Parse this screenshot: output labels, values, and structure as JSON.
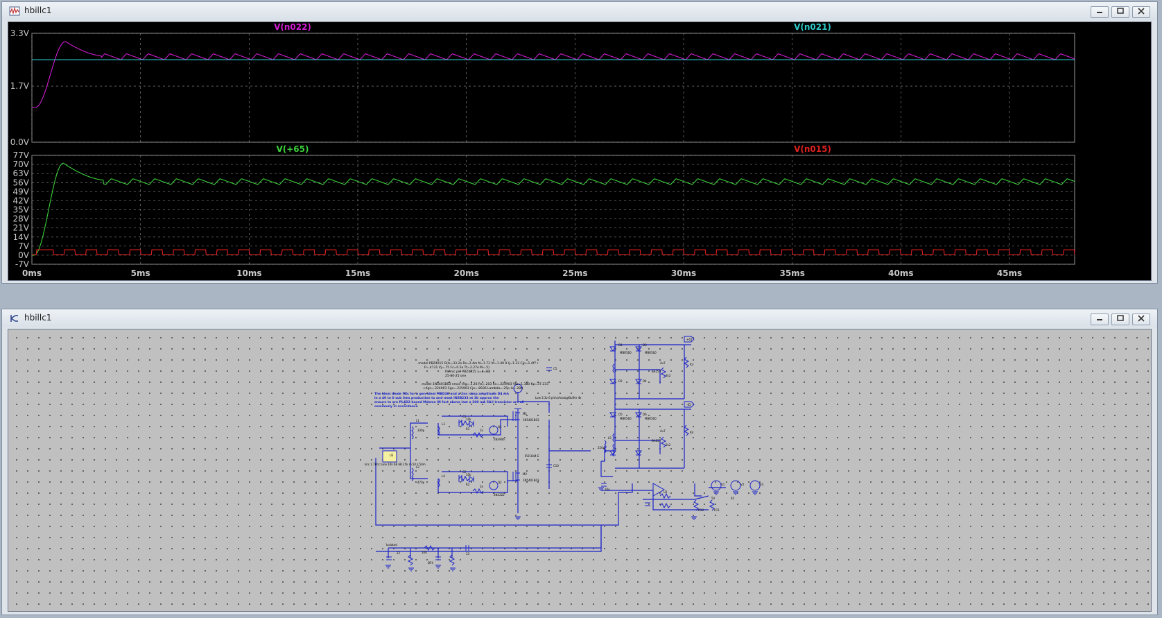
{
  "waveform_window": {
    "title": "hbillc1",
    "icon": "waveform-window-icon",
    "controls": [
      "minimize-icon",
      "maximize-icon",
      "close-icon"
    ]
  },
  "schematic_window": {
    "title": "hbillc1",
    "icon": "schematic-window-icon",
    "controls": [
      "minimize-icon",
      "maximize-icon",
      "close-icon"
    ]
  },
  "chart_data": [
    {
      "type": "line",
      "x_unit": "ms",
      "xlim": [
        0,
        48
      ],
      "xticks": [
        0,
        5,
        10,
        15,
        20,
        25,
        30,
        35,
        40,
        45
      ],
      "xtick_labels": [
        "0ms",
        "5ms",
        "10ms",
        "15ms",
        "20ms",
        "25ms",
        "30ms",
        "35ms",
        "40ms",
        "45ms"
      ],
      "ylim": [
        0,
        3.3
      ],
      "yticks": [
        0,
        1.7,
        3.3
      ],
      "ytick_labels": [
        "0.0V",
        "1.7V",
        "3.3V"
      ],
      "grid": true,
      "series": [
        {
          "name": "V(n022)",
          "color": "#d21cd2",
          "shape": "startup-then-ripple",
          "start": 1.05,
          "start_flat_until": 0.15,
          "rise_end": 1.55,
          "peak": 3.05,
          "settle": 2.62,
          "settle_time": 3.2,
          "base": 2.58,
          "ripple": 0.2,
          "period": 1.0,
          "phase": 0.1
        },
        {
          "name": "V(n021)",
          "color": "#2ec8c8",
          "shape": "constant",
          "value": 2.5
        }
      ]
    },
    {
      "type": "line",
      "x_unit": "ms",
      "xlim": [
        0,
        48
      ],
      "xticks": [
        0,
        5,
        10,
        15,
        20,
        25,
        30,
        35,
        40,
        45
      ],
      "xtick_labels": [
        "0ms",
        "5ms",
        "10ms",
        "15ms",
        "20ms",
        "25ms",
        "30ms",
        "35ms",
        "40ms",
        "45ms"
      ],
      "ylim": [
        -7,
        77
      ],
      "yticks": [
        -7,
        0,
        7,
        14,
        21,
        28,
        35,
        42,
        49,
        56,
        63,
        70,
        77
      ],
      "ytick_labels": [
        "-7V",
        "0V",
        "7V",
        "14V",
        "21V",
        "28V",
        "35V",
        "42V",
        "49V",
        "56V",
        "63V",
        "70V",
        "77V"
      ],
      "grid": true,
      "series": [
        {
          "name": "V(+65)",
          "color": "#3cd23c",
          "shape": "startup-then-ripple",
          "start": 0,
          "start_flat_until": 0.1,
          "rise_end": 1.45,
          "peak": 71,
          "settle": 58,
          "settle_time": 3.3,
          "base": 56.5,
          "ripple": 5,
          "period": 1.0,
          "phase": 0.4
        },
        {
          "name": "V(n015)",
          "color": "#e02020",
          "shape": "pulse",
          "high": 4.2,
          "low": 0.4,
          "period": 1.0,
          "duty": 0.55,
          "phase": 0.45
        }
      ]
    }
  ],
  "schematic": {
    "notes": [
      ".model PBZ4015 D(Is=33.2e Rs=2.4m N=1.73 Vt=1.40 9 Ij=1.23 Cjp=1.4f7 r",
      "P=.4731 Vj=.75 Fc=0.5e Tt=2.27e M=.5)",
      "Palmic   pin  PBZ4015   x=o=BB",
      "25-80-25 one",
      ".model 1N5401B03 nmos (Rg=.3.26 Rs=.203 Rs=.224903 Vto=1.380 Kp=37.233",
      "+Kgs=.224903 Cgs=.225903 Cjo=.8936 Lambda=.25p Is=.28f)"
    ],
    "comment_lines": [
      "The ideal diode fills for a gen-ideal MBD36 and a 2ns ramp amplitude D4 mh",
      "in a 40 to 0 sub 3ms production to and most IN5B233 at 3b approx the",
      "ensure to are PL4D2 based Mdemo IN fact above last a 200 mA 5A/I transistor are all",
      "commonly in accordance"
    ],
    "labels": {
      "u3": "U3",
      "u3_desc": "Isrc 1.7khz tune 10k 6B 6B 25k m 50 z 50m",
      "sw_note": "Low 3.3v 6 pin\\nAnalog/Buffer 4k",
      "l1": "L1",
      "l2": "L2",
      "l3": "L3",
      "l4": "L4",
      "l5": "L5",
      "c1": "C1",
      "c2": "C2",
      "c5": "C5",
      "c10": "C10",
      "d1": "D1",
      "d2": "D2",
      "d3": "D3",
      "d4": "D4",
      "d5": "D5",
      "d6": "D6",
      "q1": "Q1",
      "q2": "Q2",
      "q3": "Q3",
      "q4": "Q4",
      "r1": "R1",
      "r2": "R2",
      "r3": "R3",
      "r4": "R4",
      "r10": "R10",
      "r11": "R11",
      "m1": "M1",
      "m2": "M2",
      "v1": "V1",
      "v2": "V2",
      "v3": "V3",
      "u2": "U2",
      "part_2n3906": "2N3906",
      "part_2n2222": "2N2222",
      "part_bss": "1N5401B03",
      "part_ir": "IR21844 E",
      "part_mbr": "MBR560",
      "part_df": "DF4",
      "part_ba": "BA157",
      "net_pos65": "+65",
      "net_neg": "-65",
      "val_330p": "330p",
      "val_220p": "220p",
      "val_470p": "470p",
      "val_10k": "10k",
      "val_1k": "1k",
      "val_4u7": "4u7",
      "val_10u": "10u",
      "val_2k2": "2k2",
      "val_22": "22",
      "val_100": "100",
      "val_33": "33",
      "val_5v": "5V",
      "val_65": "65",
      "isolated": "Isolated"
    }
  }
}
